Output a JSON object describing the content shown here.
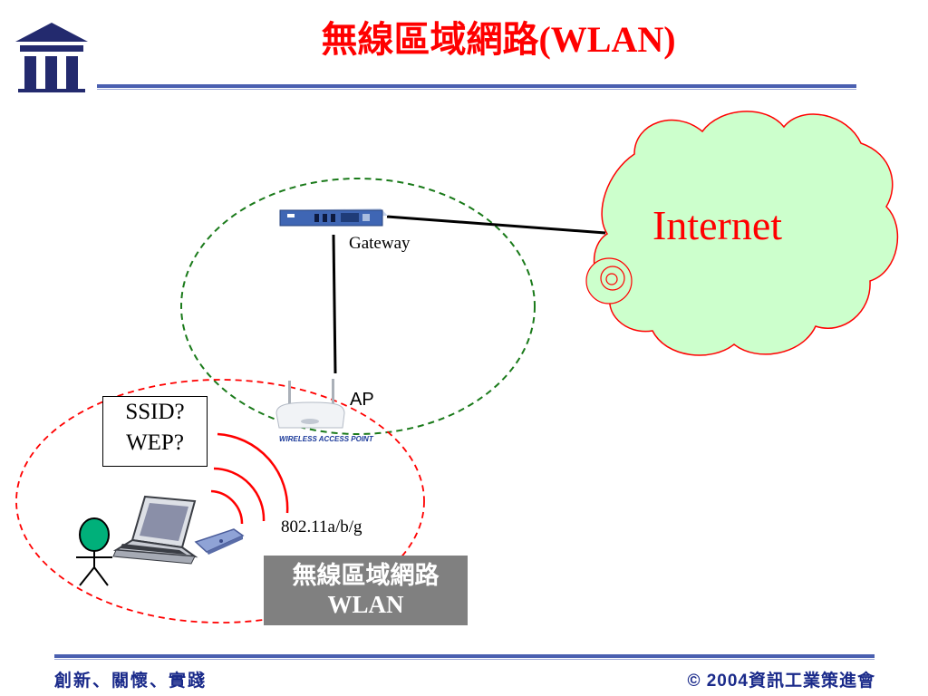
{
  "slide": {
    "title": "無線區域網路(WLAN)"
  },
  "logo": {
    "icon": "building-columns-icon",
    "color": "#232a6e"
  },
  "diagram": {
    "gateway_label": "Gateway",
    "internet_label": "Internet",
    "ap_label": "AP",
    "ap_device_caption": "WIRELESS ACCESS POINT",
    "ssid_box": [
      "SSID?",
      "WEP?"
    ],
    "standard_label": "802.11a/b/g",
    "wlan_box": [
      "無線區域網路",
      "WLAN"
    ],
    "colors": {
      "cloud_fill": "#ccffcc",
      "cloud_outline": "#ff0000",
      "internet_text": "#ff0000",
      "gateway_zone_dash": "#1a7a1a",
      "wlan_zone_dash": "#ff0000",
      "signal_arc": "#ff0000",
      "user_head": "#00b07a",
      "wlan_box_bg": "#808080"
    }
  },
  "footer": {
    "left_text": "創新、關懷、實踐",
    "right_text_prefix": "© 2004",
    "right_text_org": "資訊工業策進會",
    "rule_color": "#4a5fb0"
  }
}
